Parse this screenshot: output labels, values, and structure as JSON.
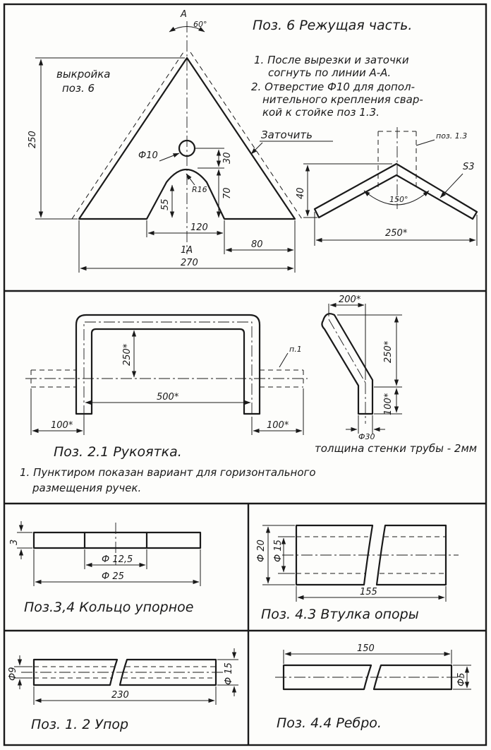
{
  "panel_a": {
    "title": "Поз. 6  Режущая  часть.",
    "notes": [
      "1. После вырезки и заточки",
      "согнуть  по линии  А-А.",
      "2. Отверстие  Ф10 для допол-",
      "нительного крепления свар-",
      "кой  к стойке  поз 1.3."
    ],
    "pattern_label": [
      "выкройка",
      "поз. 6"
    ],
    "sharpen_label": "Заточить",
    "section_letter": "А",
    "angle_top": "60°",
    "dim_250": "250",
    "dim_hole": "Ф10",
    "dim_30": "30",
    "dim_70": "70",
    "dim_r16": "R16",
    "dim_55": "55",
    "dim_120": "120",
    "dim_80": "80",
    "dim_270": "270",
    "cut_mark": "1А",
    "post_ref": "поз. 1.3",
    "dim_40": "40",
    "dim_s3": "S3",
    "angle_bend": "150°",
    "dim_250_star": "250*"
  },
  "panel_b": {
    "title": "Поз. 2.1   Рукоятка.",
    "note_lines": [
      "1. Пунктиром  показан  вариант  для  горизонтального",
      "размещения  ручек."
    ],
    "wall_note": "толщина стенки трубы - 2мм",
    "dim_250_star": "250*",
    "dim_500_star": "500*",
    "dim_100_left": "100*",
    "dim_100_right": "100*",
    "ref_p1": "п.1",
    "dim_200_star": "200*",
    "dim_250_star_side": "250*",
    "dim_100_star_side": "100*",
    "dim_d30": "Ф30"
  },
  "panel_c": {
    "title": "Поз.3,4  Кольцо  упорное",
    "dim_3": "3",
    "dim_d125": "Ф 12,5",
    "dim_d25": "Ф 25"
  },
  "panel_d": {
    "title": "Поз. 4.3  Втулка  опоры",
    "dim_d20": "Ф 20",
    "dim_d15": "Ф 15",
    "dim_155": "155"
  },
  "panel_e": {
    "title": "Поз. 1. 2        Упор",
    "dim_d9": "Ф9",
    "dim_d15": "Ф 15",
    "dim_230": "230"
  },
  "panel_f": {
    "title": "Поз. 4.4   Ребро.",
    "dim_150": "150",
    "dim_d5": "Ф5"
  }
}
